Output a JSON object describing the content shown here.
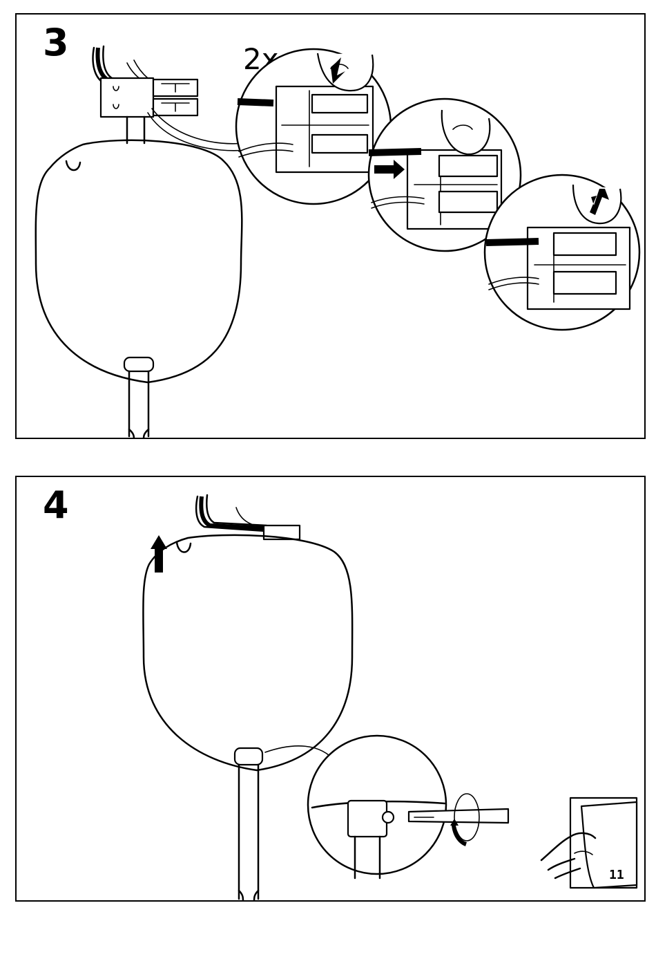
{
  "steps": [
    {
      "number": "3",
      "multiplier": "2x"
    },
    {
      "number": "4"
    }
  ],
  "page_reference": {
    "number": "11"
  },
  "icons": [
    "press-down-arrow-icon",
    "insert-right-arrow-icon",
    "release-up-arrow-icon",
    "lift-up-arrow-icon",
    "tighten-rotate-arrow-icon",
    "page-turn-icon"
  ]
}
